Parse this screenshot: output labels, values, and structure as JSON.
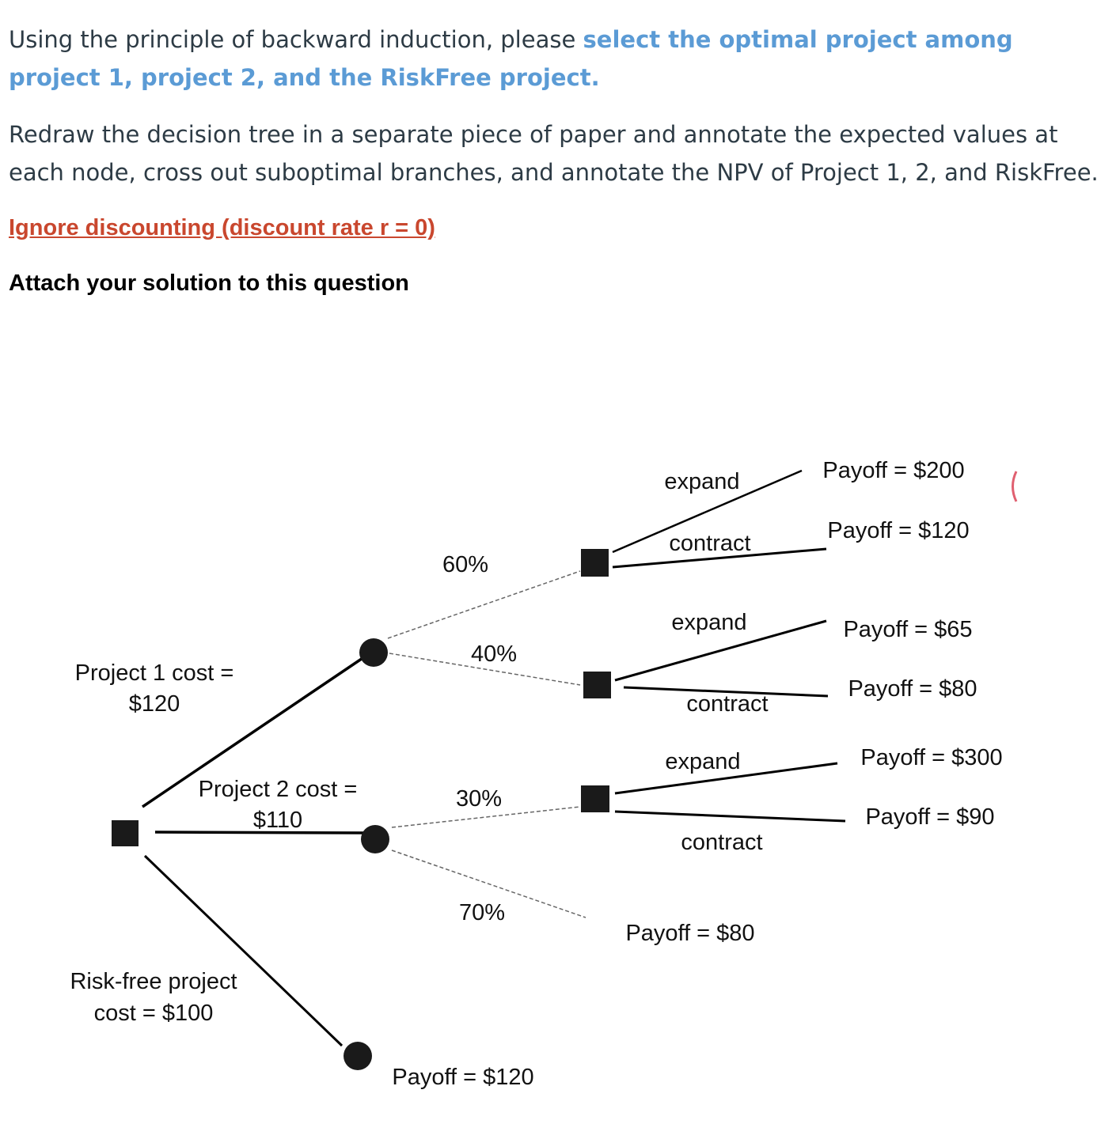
{
  "question": {
    "intro_prefix": "Using the principle of backward induction, please ",
    "intro_highlight": "select the optimal project among project 1, project 2, and the RiskFree project.",
    "redraw_text": "Redraw the decision tree in a separate piece of paper and annotate the expected values at each node, cross out suboptimal branches, and annotate the NPV of Project 1, 2, and RiskFree.",
    "ignore_text": "Ignore discounting (discount rate r = 0)",
    "attach_text": "Attach your solution to this question"
  },
  "tree": {
    "project1": {
      "line1": "Project 1 cost =",
      "line2": "$120"
    },
    "project2": {
      "line1": "Project 2 cost =",
      "line2": "$110"
    },
    "riskfree": {
      "line1": "Risk-free project",
      "line2": "cost = $100"
    },
    "riskfree_payoff": "Payoff = $120",
    "p1_up_prob": "60%",
    "p1_down_prob": "40%",
    "p2_up_prob": "30%",
    "p2_down_prob": "70%",
    "p2_down_payoff": "Payoff = $80",
    "d1": {
      "expand": "expand",
      "contract": "contract",
      "payoff_expand": "Payoff = $200",
      "payoff_contract": "Payoff = $120"
    },
    "d2": {
      "expand": "expand",
      "contract": "contract",
      "payoff_expand": "Payoff = $65",
      "payoff_contract": "Payoff = $80"
    },
    "d3": {
      "expand": "expand",
      "contract": "contract",
      "payoff_expand": "Payoff = $300",
      "payoff_contract": "Payoff = $90"
    }
  }
}
